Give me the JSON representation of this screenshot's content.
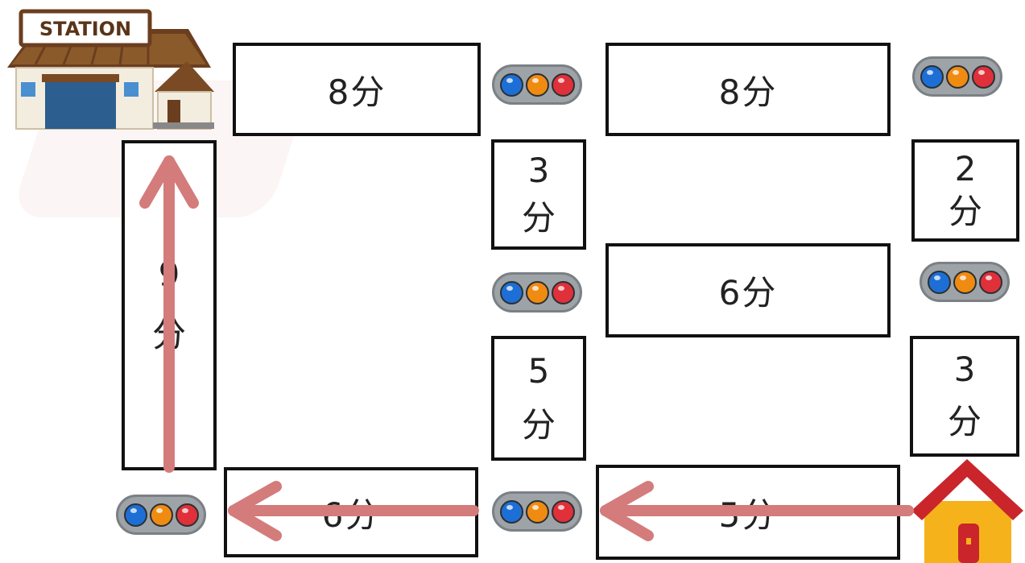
{
  "station": {
    "sign": "STATION"
  },
  "segments": {
    "top_left": {
      "time": "8分"
    },
    "top_right": {
      "time": "8分"
    },
    "left_vertical": {
      "num": "9",
      "unit": "分"
    },
    "mid_upper_left": {
      "num": "3",
      "unit": "分"
    },
    "right_upper": {
      "num": "2",
      "unit": "分"
    },
    "middle": {
      "time": "6分"
    },
    "mid_lower_left": {
      "num": "5",
      "unit": "分"
    },
    "right_lower": {
      "num": "3",
      "unit": "分"
    },
    "bottom_left": {
      "time": "6分"
    },
    "bottom_right": {
      "time": "5分"
    }
  },
  "colors": {
    "route_arrow": "#d47b7b",
    "signal_blue": "#1d6fd6",
    "signal_yellow": "#f08b12",
    "signal_red": "#e0303a",
    "signal_body": "#9ea3a8",
    "house_roof": "#c9252b",
    "house_wall": "#f6b21b"
  }
}
